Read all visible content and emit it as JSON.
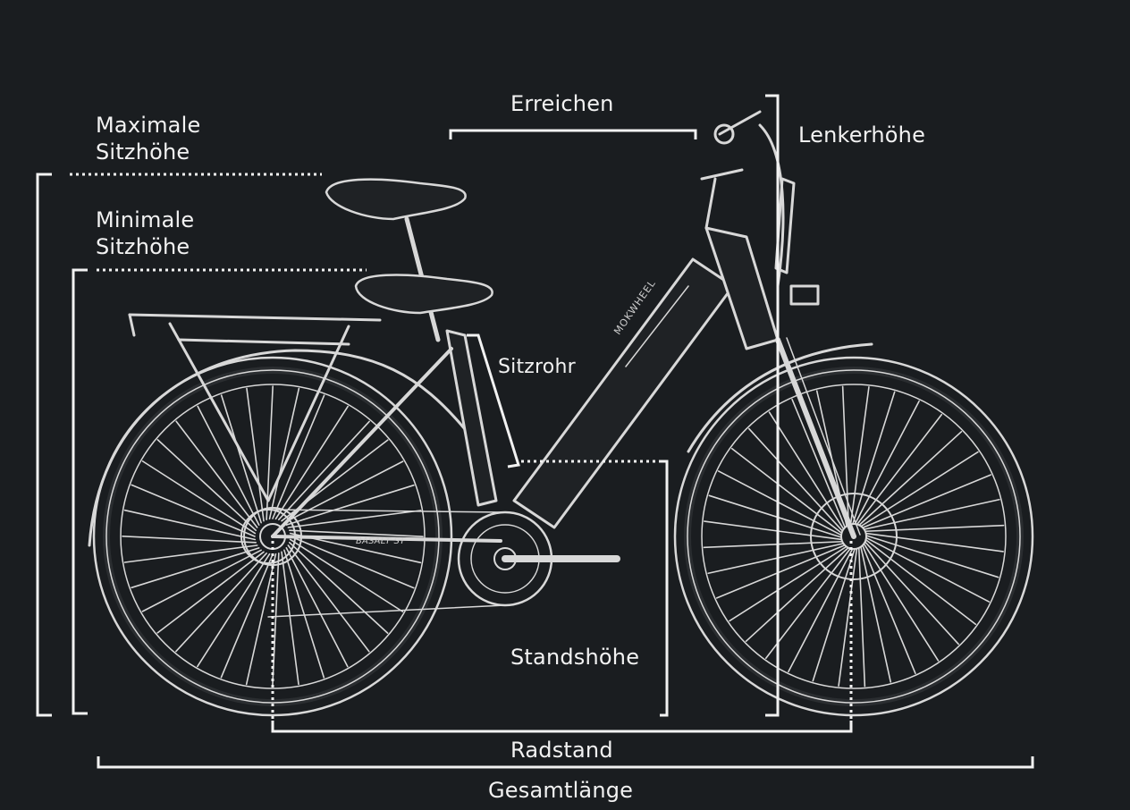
{
  "labels": {
    "max_seat_line1": "Maximale",
    "max_seat_line2": "Sitzhöhe",
    "min_seat_line1": "Minimale",
    "min_seat_line2": "Sitzhöhe",
    "reach": "Erreichen",
    "handlebar_height": "Lenkerhöhe",
    "seat_tube": "Sitzrohr",
    "standover_height": "Standshöhe",
    "wheelbase": "Radstand",
    "overall_length": "Gesamtlänge"
  },
  "frame_brand_text": "MOKWHEEL",
  "model_text": "BASALT ST",
  "colors": {
    "background": "#1a1d20",
    "line": "#f2f2f2",
    "sketch": "#d8d8d8"
  }
}
